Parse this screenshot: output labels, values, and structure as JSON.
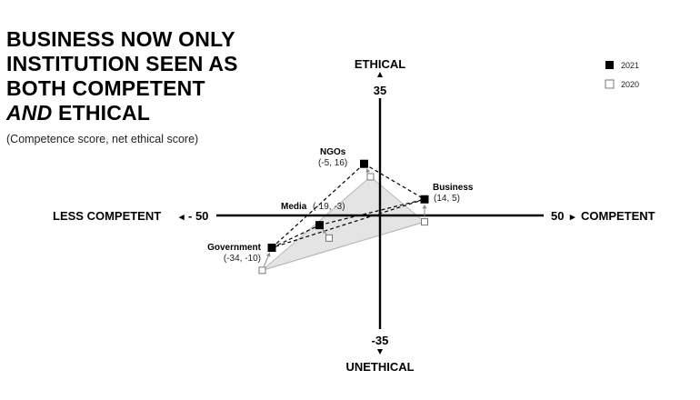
{
  "title_lines": [
    "BUSINESS NOW ONLY",
    "INSTITUTION SEEN AS",
    "BOTH COMPETENT"
  ],
  "title_last_italic": "AND",
  "title_last_rest": " ETHICAL",
  "subtitle": "(Competence score, net ethical score)",
  "chart_data": {
    "type": "scatter",
    "title": "BUSINESS NOW ONLY INSTITUTION SEEN AS BOTH COMPETENT AND ETHICAL",
    "subtitle": "(Competence score, net ethical score)",
    "xlim": [
      -50,
      50
    ],
    "ylim": [
      -35,
      35
    ],
    "axis_labels": {
      "left": "LESS COMPETENT",
      "left_arrow": "◂",
      "left_value": "- 50",
      "right_value": "50",
      "right_arrow": "▸",
      "right": "COMPETENT",
      "top": "ETHICAL",
      "top_value": "35",
      "bottom_value": "-35",
      "bottom": "UNETHICAL"
    },
    "legend": {
      "placement": "top-right",
      "entries": [
        "2021",
        "2020"
      ]
    },
    "series": [
      {
        "name": "2021",
        "color": "#000000",
        "points": [
          {
            "label": "NGOs",
            "value_label": "(-5, 16)",
            "x": -5,
            "y": 16
          },
          {
            "label": "Business",
            "value_label": "(14, 5)",
            "x": 14,
            "y": 5
          },
          {
            "label": "Media",
            "value_label": "(-19, -3)",
            "x": -19,
            "y": -3
          },
          {
            "label": "Government",
            "value_label": "(-34, -10)",
            "x": -34,
            "y": -10
          }
        ]
      },
      {
        "name": "2020",
        "color": "#ffffff",
        "points": [
          {
            "label": "NGOs",
            "x": -3,
            "y": 12
          },
          {
            "label": "Business",
            "x": 14,
            "y": -2
          },
          {
            "label": "Media",
            "x": -16,
            "y": -7
          },
          {
            "label": "Government",
            "x": -37,
            "y": -17
          }
        ]
      }
    ]
  }
}
